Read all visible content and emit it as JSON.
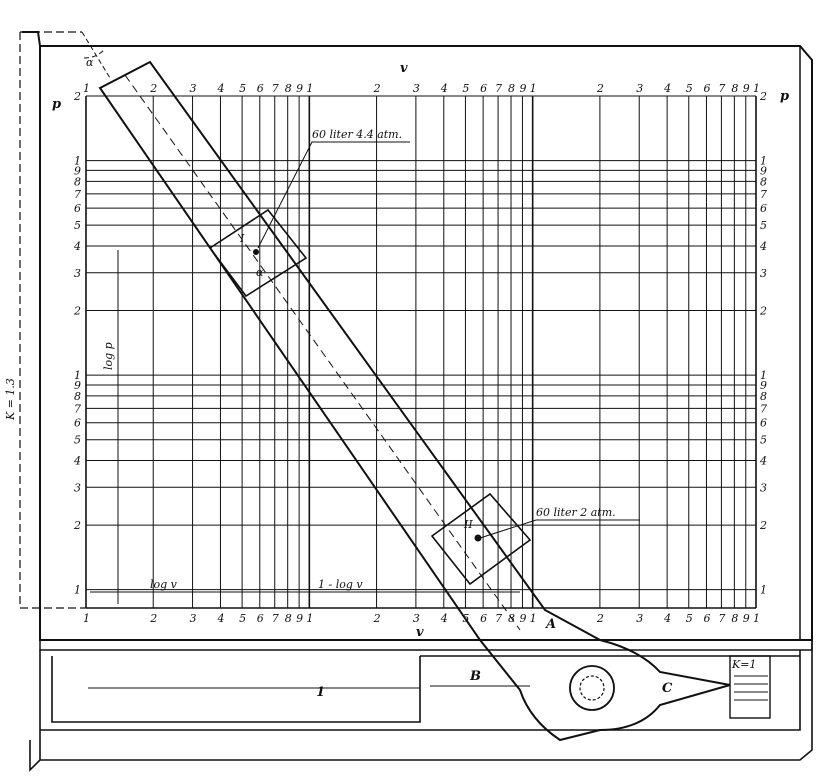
{
  "top_axis_label": "v",
  "bottom_axis_label": "v",
  "left_scale_label": "p",
  "right_scale_label": "p",
  "angle_label": "α",
  "k_label": "K = 1.3",
  "logp_label": "log p",
  "logv_label": "log v",
  "one_minus_logv_label": "1 - log v",
  "annotation_top": "60 liter 4.4 atm.",
  "annotation_bottom": "60 liter 2 atm.",
  "slider_label_A": "A",
  "slider_label_B": "B",
  "slider_label_C": "C",
  "slider_label_1": "1",
  "k_box_label": "K=1",
  "cursor_mark_1": "I",
  "cursor_mark_2": "II",
  "x_ticks": [
    "1",
    "2",
    "3",
    "4",
    "5",
    "6",
    "7",
    "8",
    "9",
    "1",
    "2",
    "3",
    "4",
    "5",
    "6",
    "7",
    "8",
    "9",
    "1",
    "2",
    "3",
    "4",
    "5",
    "6",
    "7",
    "8",
    "9",
    "1"
  ],
  "y_ticks": [
    "2",
    "1",
    "9",
    "8",
    "7",
    "6",
    "5",
    "4",
    "3",
    "2",
    "1",
    "9",
    "8",
    "7",
    "6",
    "5",
    "4",
    "3",
    "2",
    "1"
  ]
}
